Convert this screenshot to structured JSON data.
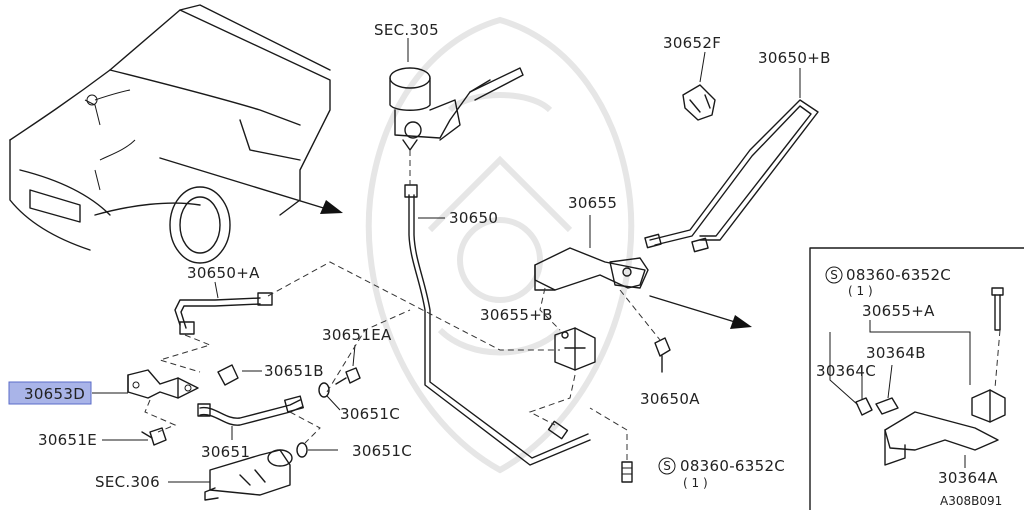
{
  "diagram_code": "A308B091",
  "labels": {
    "sec305": "SEC.305",
    "p30652F": "30652F",
    "p30650B": "30650+B",
    "p30650": "30650",
    "p30655": "30655",
    "p30650A_plus": "30650+A",
    "p30655B": "30655+B",
    "p30651EA": "30651EA",
    "p30651B": "30651B",
    "p30653D": "30653D",
    "p30651C_top": "30651C",
    "p30650A": "30650A",
    "p30651E": "30651E",
    "p30651": "30651",
    "p30651C_bot": "30651C",
    "sec306": "SEC.306",
    "bolt_main": "08360-6352C",
    "bolt_main_qty": "( 1 )",
    "bolt_inset": "08360-6352C",
    "bolt_inset_qty": "( 1 )",
    "p30655A": "30655+A",
    "p30364B": "30364B",
    "p30364C": "30364C",
    "p30364A": "30364A",
    "s_symbol": "S"
  }
}
